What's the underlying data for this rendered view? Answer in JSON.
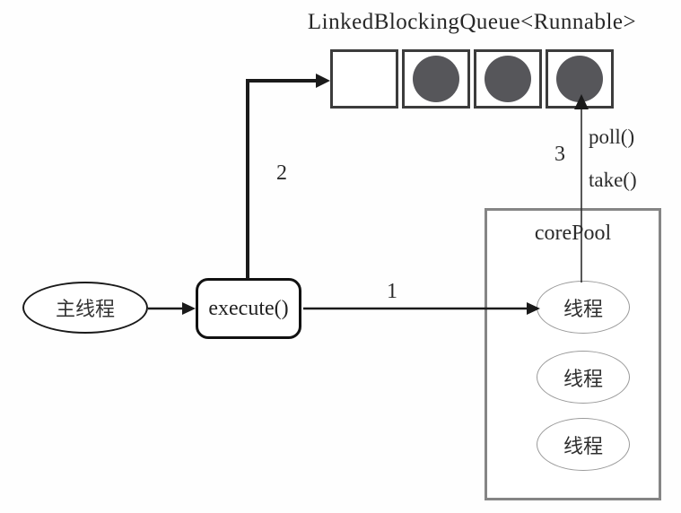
{
  "diagram": {
    "title": "LinkedBlockingQueue<Runnable>",
    "queue": {
      "cells": [
        {
          "filled": false
        },
        {
          "filled": true
        },
        {
          "filled": true
        },
        {
          "filled": true
        }
      ]
    },
    "main_thread": {
      "label": "主线程"
    },
    "execute_box": {
      "label": "execute()"
    },
    "core_pool": {
      "label": "corePool",
      "threads": [
        {
          "label": "线程"
        },
        {
          "label": "线程"
        },
        {
          "label": "线程"
        }
      ]
    },
    "arrows": {
      "step1": "1",
      "step2": "2",
      "step3": "3",
      "poll": "poll()",
      "take": "take()"
    },
    "colors": {
      "task_fill": "#56565a",
      "queue_border": "#3c3c3c",
      "pool_border": "#858585",
      "thread_ellipse_border": "#9a9a9a",
      "line": "#1a1a1a"
    }
  }
}
